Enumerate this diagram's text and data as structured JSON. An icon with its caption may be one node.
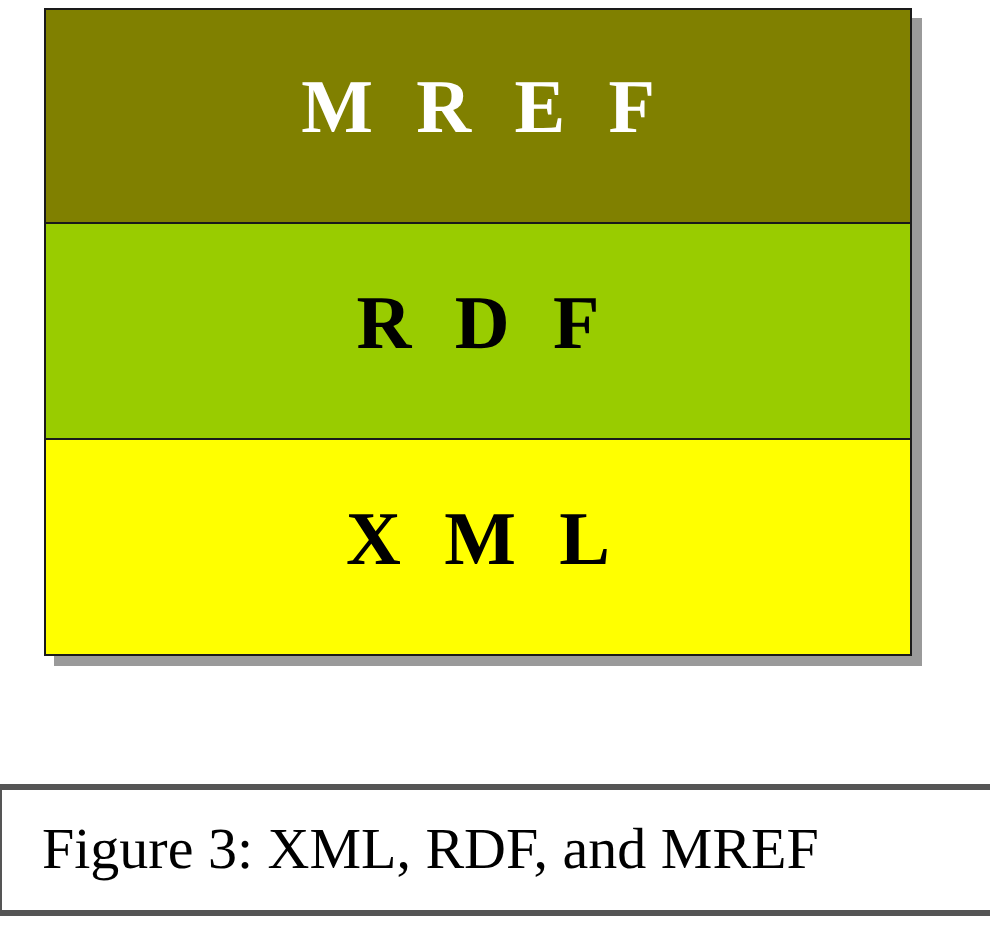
{
  "diagram": {
    "caption": "Figure 3: XML, RDF, and MREF",
    "nodes": [
      {
        "text": [
          "M R E F"
        ]
      },
      {
        "text": [
          "R D F"
        ]
      },
      {
        "text": [
          "X M L"
        ]
      }
    ]
  }
}
